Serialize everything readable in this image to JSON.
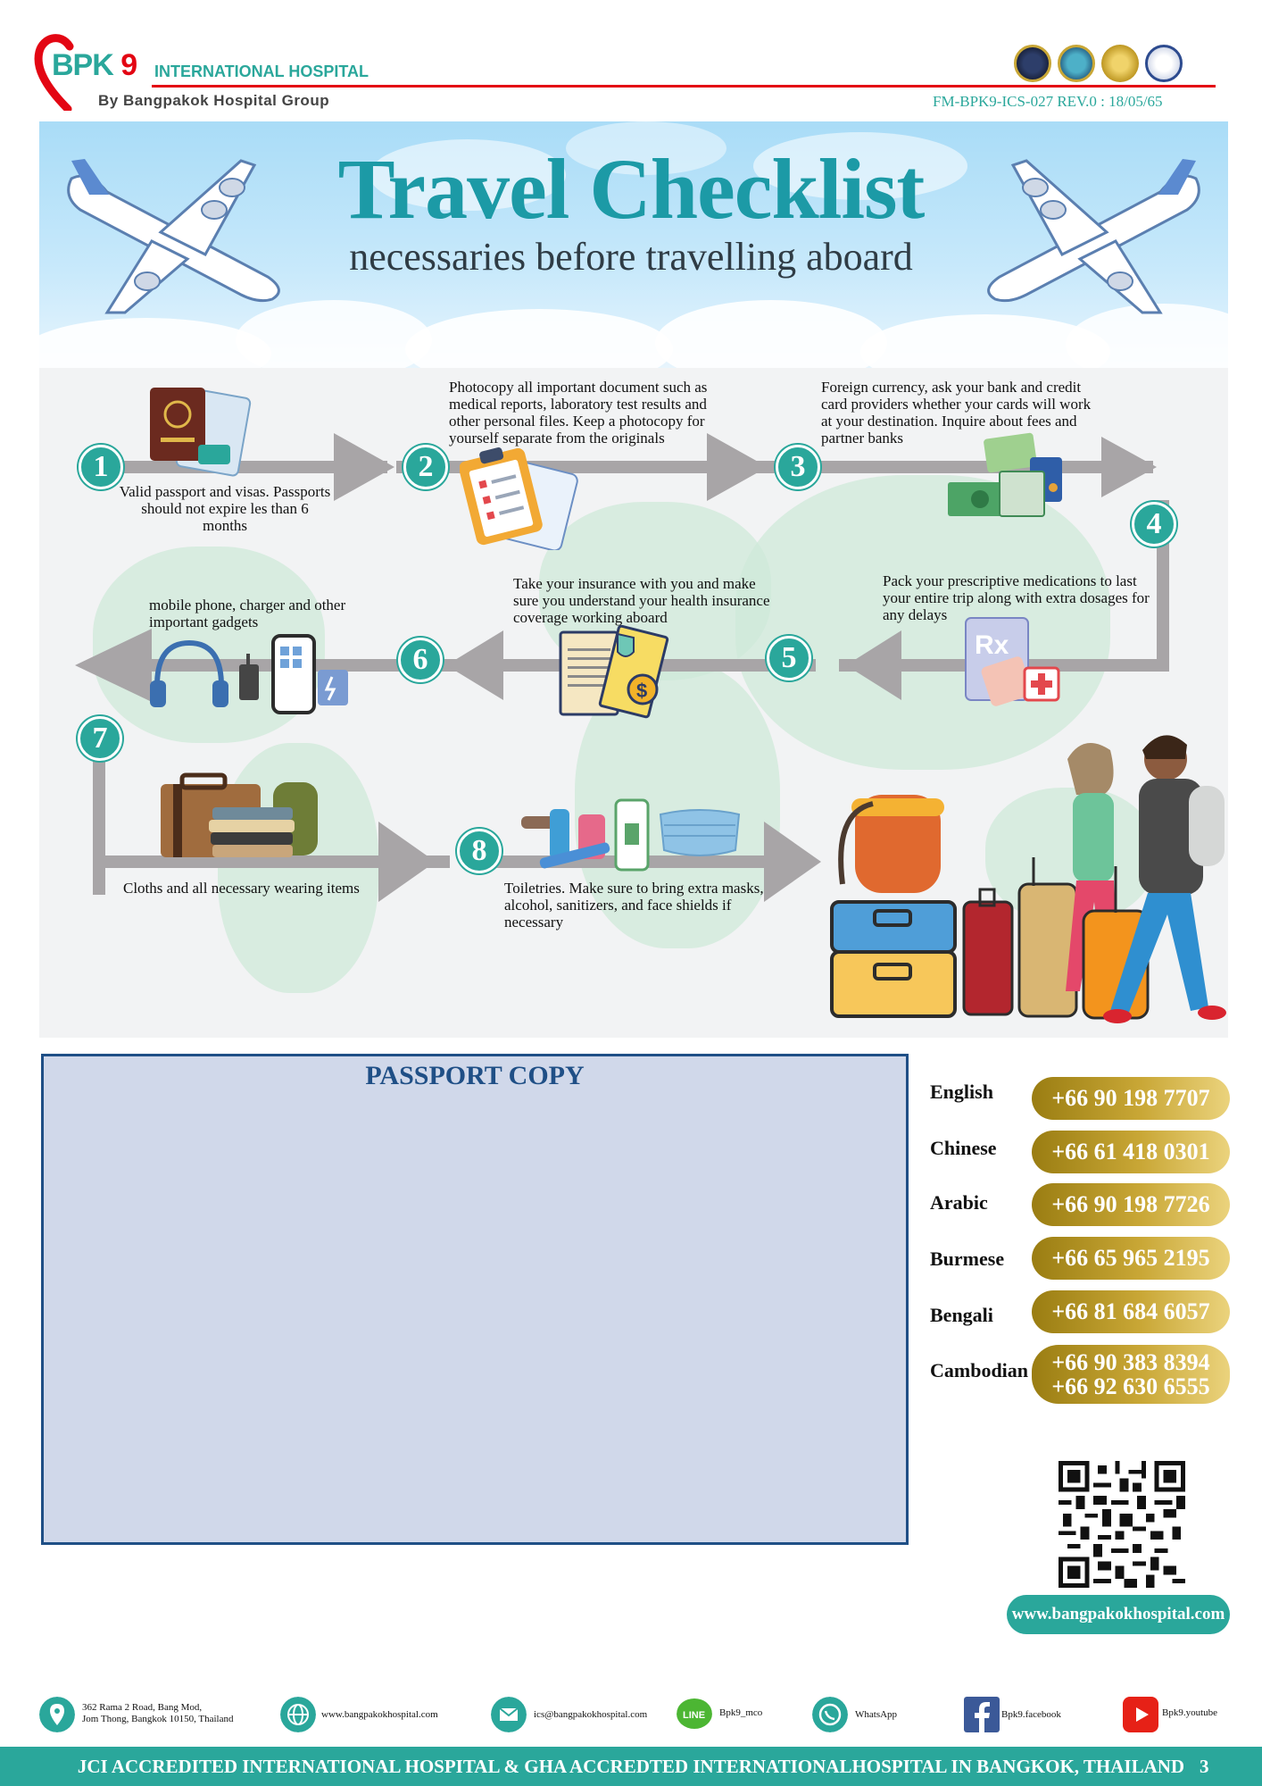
{
  "header": {
    "brand_main": "BPK",
    "brand_number": "9",
    "brand_name": "INTERNATIONAL HOSPITAL",
    "brand_sub": "By Bangpakok Hospital Group",
    "form_code": "FM-BPK9-ICS-027 REV.0 : 18/05/65",
    "accreditation_badges": [
      "GHA",
      "GHA",
      "JCI",
      "HA"
    ],
    "accent": "#2aa79b",
    "red": "#e30613"
  },
  "banner": {
    "title": "Travel Checklist",
    "subtitle": "necessaries before travelling aboard"
  },
  "steps": [
    {
      "num": "1",
      "text": "Valid passport and visas. Passports should not expire les than 6 months",
      "icon": "passport-icon"
    },
    {
      "num": "2",
      "text": "Photocopy all important document such as medical reports, laboratory test results and other personal files. Keep a photocopy for yourself separate from the originals",
      "icon": "clipboard-icon"
    },
    {
      "num": "3",
      "text": "Foreign currency, ask your bank and credit card providers whether your cards will work at your destination. Inquire about fees and partner banks",
      "icon": "money-icon"
    },
    {
      "num": "4",
      "text": "Pack your prescriptive medications to last your entire trip along with extra dosages for any delays",
      "icon": "medication-icon"
    },
    {
      "num": "5",
      "text": "Take your insurance with you and make sure you understand your health insurance coverage working aboard",
      "icon": "insurance-icon"
    },
    {
      "num": "6",
      "text": "mobile phone, charger and other important gadgets",
      "icon": "gadgets-icon"
    },
    {
      "num": "7",
      "text": "Cloths and all necessary wearing items",
      "icon": "luggage-clothes-icon"
    },
    {
      "num": "8",
      "text": "Toiletries. Make sure to bring extra masks, alcohol, sanitizers, and face shields if necessary",
      "icon": "toiletries-icon"
    }
  ],
  "passport_copy": {
    "title": "PASSPORT COPY"
  },
  "contacts": [
    {
      "lang": "English",
      "phones": [
        "+66 90 198 7707"
      ]
    },
    {
      "lang": "Chinese",
      "phones": [
        "+66 61 418 0301"
      ]
    },
    {
      "lang": "Arabic",
      "phones": [
        "+66 90 198 7726"
      ]
    },
    {
      "lang": "Burmese",
      "phones": [
        "+66 65 965 2195"
      ]
    },
    {
      "lang": "Bengali",
      "phones": [
        "+66 81 684 6057"
      ]
    },
    {
      "lang": "Cambodian",
      "phones": [
        "+66 90 383 8394",
        "+66 92 630 6555"
      ]
    }
  ],
  "website": "www.bangpakokhospital.com",
  "footer": {
    "address_line1": "362 Rama 2 Road, Bang Mod,",
    "address_line2": "Jom Thong, Bangkok 10150, Thailand",
    "web": "www.bangpakokhospital.com",
    "email": "ics@bangpakokhospital.com",
    "line_label": "LINE",
    "line": "Bpk9_mco",
    "whatsapp": "WhatsApp",
    "facebook": "Bpk9.facebook",
    "youtube": "Bpk9.youtube",
    "bar_text": "JCI ACCREDITED INTERNATIONAL HOSPITAL & GHA ACCREDTED INTERNATIONALHOSPITAL IN BANGKOK, THAILAND",
    "page": "3"
  }
}
